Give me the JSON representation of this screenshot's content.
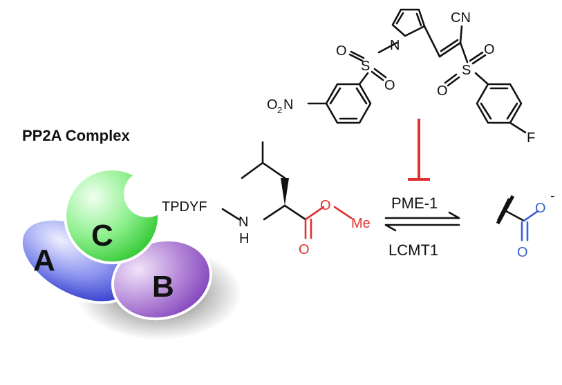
{
  "complex": {
    "title": "PP2A Complex",
    "subunits": {
      "a": "A",
      "b": "B",
      "c": "C"
    },
    "peptide": "TPDYF"
  },
  "leucine": {
    "nh": "N",
    "h": "H",
    "o": "O",
    "me": "Me"
  },
  "enzymes": {
    "forward": "PME-1",
    "reverse": "LCMT1"
  },
  "product": {
    "o": "O",
    "charge": "-"
  },
  "inhibitor": {
    "pyrrole_n": "N",
    "cn": "CN",
    "s": "S",
    "o": "O",
    "nitro_o": "O",
    "nitro_sub": "2",
    "nitro_n": "N",
    "f": "F"
  },
  "colors": {
    "ester": "#e03030",
    "inhibition": "#e03030",
    "carboxylate": "#3a5fd0",
    "subunit_a": "#4a55d8",
    "subunit_b": "#9a55c8",
    "subunit_c": "#4ad04a"
  }
}
